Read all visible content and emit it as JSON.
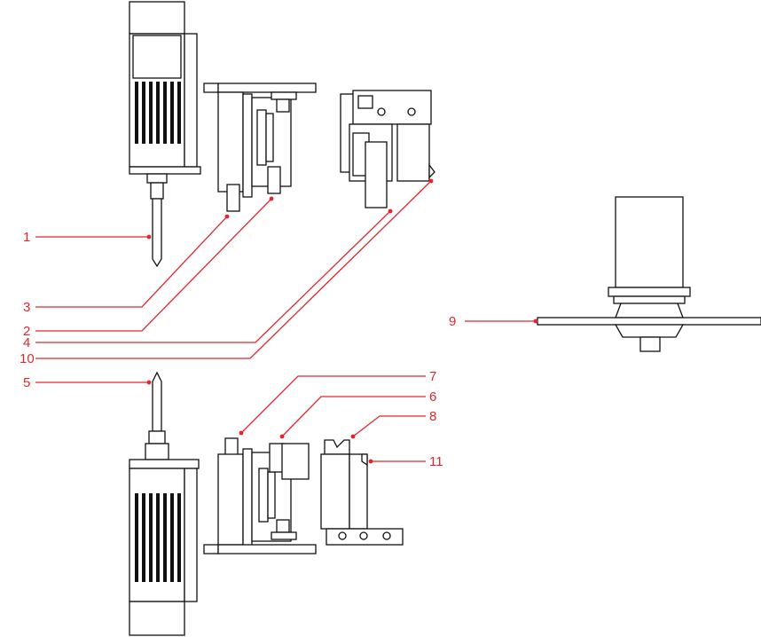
{
  "callouts": [
    {
      "id": "1",
      "label": "1"
    },
    {
      "id": "2",
      "label": "2"
    },
    {
      "id": "3",
      "label": "3"
    },
    {
      "id": "4",
      "label": "4"
    },
    {
      "id": "5",
      "label": "5"
    },
    {
      "id": "6",
      "label": "6"
    },
    {
      "id": "7",
      "label": "7"
    },
    {
      "id": "8",
      "label": "8"
    },
    {
      "id": "9",
      "label": "9"
    },
    {
      "id": "10",
      "label": "10"
    },
    {
      "id": "11",
      "label": "11"
    }
  ],
  "colors": {
    "callout": "#e0262b",
    "line": "#111111",
    "background": "#ffffff"
  }
}
